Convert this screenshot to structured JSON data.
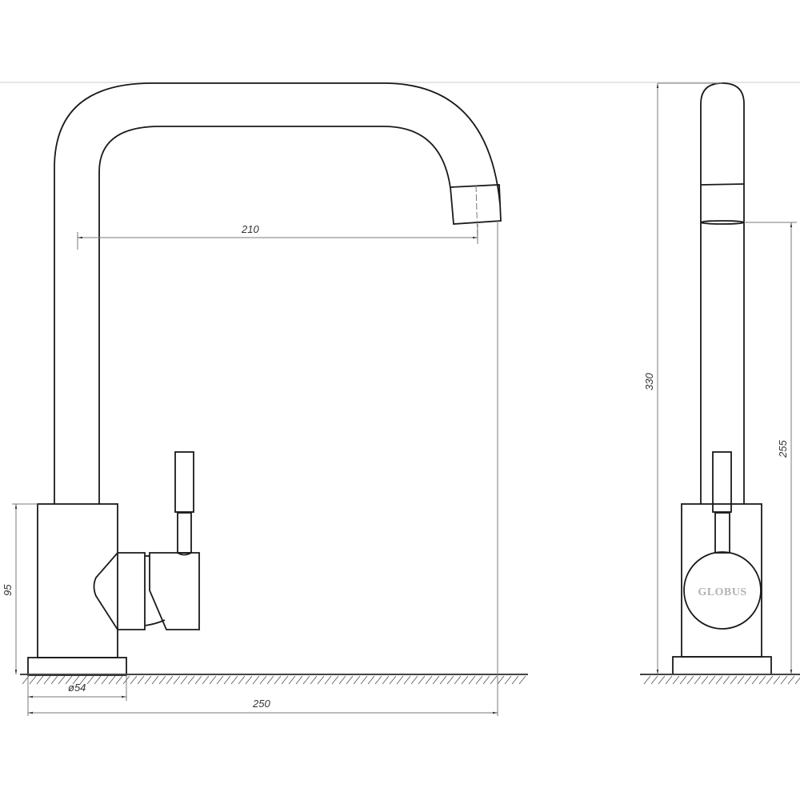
{
  "drawing": {
    "subject": "Kitchen faucet technical drawing",
    "brand_label": "GLOBUS",
    "views": [
      "front-view",
      "side-view"
    ]
  },
  "dimensions": {
    "spout_reach": "210",
    "overall_depth": "250",
    "base_diameter": "ø54",
    "body_height": "95",
    "overall_height": "330",
    "spout_outlet_height": "255"
  },
  "colors": {
    "outline": "#1a1a1a",
    "dimension_line": "#7a7a7a",
    "brand_text": "#b3b3b3",
    "background": "#ffffff"
  }
}
